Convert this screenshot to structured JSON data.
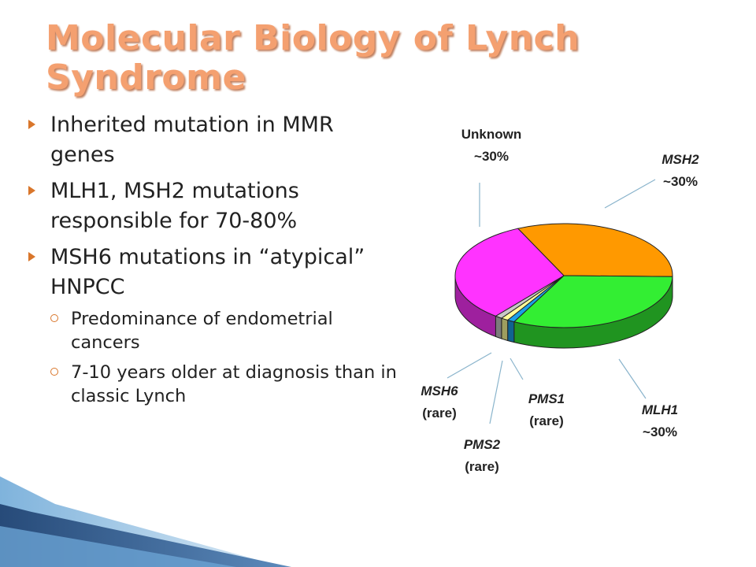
{
  "slide": {
    "title": "Molecular Biology of Lynch Syndrome",
    "bullets": [
      {
        "text": "Inherited mutation in MMR genes",
        "subs": []
      },
      {
        "text": "MLH1, MSH2 mutations responsible for 70-80%",
        "subs": []
      },
      {
        "text": "MSH6 mutations in “atypical” HNPCC",
        "subs": [
          "Predominance of endometrial cancers",
          "7-10 years older at diagnosis than in classic Lynch"
        ]
      }
    ],
    "colors": {
      "title": "#f4a070",
      "accent": "#d9762b",
      "ribbon_dark": "#1d3f6e",
      "ribbon_light": "#7fb3dc"
    }
  },
  "chart_data": {
    "type": "pie",
    "style": "3d",
    "slices": [
      {
        "name": "MSH2",
        "label_lines": [
          "MSH2",
          "~30%"
        ],
        "value": 30,
        "color": "#ff9900",
        "italic": true
      },
      {
        "name": "MLH1",
        "label_lines": [
          "MLH1",
          "~30%"
        ],
        "value": 30,
        "color": "#33ee33",
        "italic": true
      },
      {
        "name": "PMS1",
        "label_lines": [
          "PMS1",
          "(rare)"
        ],
        "value": 1,
        "color": "#1aa0e8",
        "italic": true
      },
      {
        "name": "PMS2",
        "label_lines": [
          "PMS2",
          "(rare)"
        ],
        "value": 1,
        "color": "#ffff99",
        "italic": true
      },
      {
        "name": "MSH6",
        "label_lines": [
          "MSH6",
          "(rare)"
        ],
        "value": 1,
        "color": "#c8c8c8",
        "italic": true
      },
      {
        "name": "Unknown",
        "label_lines": [
          "Unknown",
          "~30%"
        ],
        "value": 30,
        "color": "#ff33ff",
        "italic": false
      }
    ]
  }
}
